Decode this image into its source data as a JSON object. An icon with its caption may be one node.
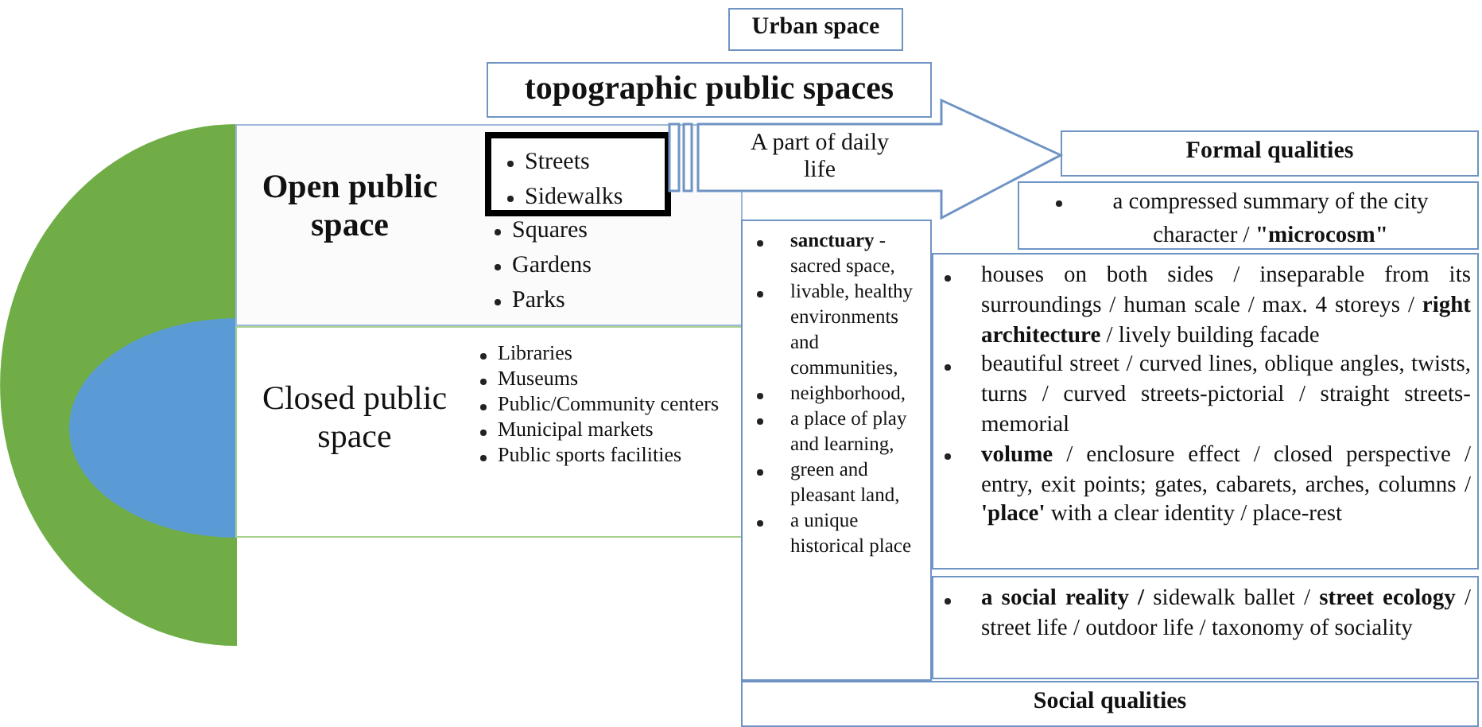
{
  "diagram": {
    "nodes": [
      {
        "text": [
          "Urban space"
        ]
      },
      {
        "text": [
          "topographic public spaces"
        ]
      },
      {
        "text": [
          "Open public space",
          "Squares",
          "Gardens",
          "Parks"
        ]
      },
      {
        "text": [
          "Streets",
          "Sidewalks"
        ],
        "in": 2
      },
      {
        "text": [
          "Closed public space",
          "Libraries",
          "Museums",
          "Public/Community centers",
          "Municipal markets",
          "Public sports facilities"
        ]
      },
      {
        "text": [
          "**sanctuary** - sacred space,",
          "livable, healthy environments and communities,",
          "neighborhood,",
          "a place of play and learning,",
          "green and pleasant land,",
          "a unique historical place"
        ]
      },
      {
        "text": [
          "Formal qualities"
        ]
      },
      {
        "text": [
          "a compressed summary of the city character / **\"microcosm\"**"
        ]
      },
      {
        "text": [
          "houses on both sides / inseparable from its surroundings / human scale / max. 4 storeys / **right architecture** / lively building facade",
          "beautiful street / curved lines, oblique angles, twists, turns / curved streets-pictorial / straight streets-memorial",
          "**volume** / enclosure effect / closed perspective / entry, exit points; gates, cabarets, arches, columns / **'place'** with a clear identity / place-rest"
        ]
      },
      {
        "text": [
          "**a social reality /** sidewalk ballet / **street ecology** / street life / outdoor life / taxonomy of sociality"
        ]
      },
      {
        "text": [
          "Social qualities"
        ]
      }
    ],
    "edges": [
      {
        "from": 3,
        "to": 6,
        "arrow": "to",
        "label": "A part of daily life"
      }
    ]
  }
}
